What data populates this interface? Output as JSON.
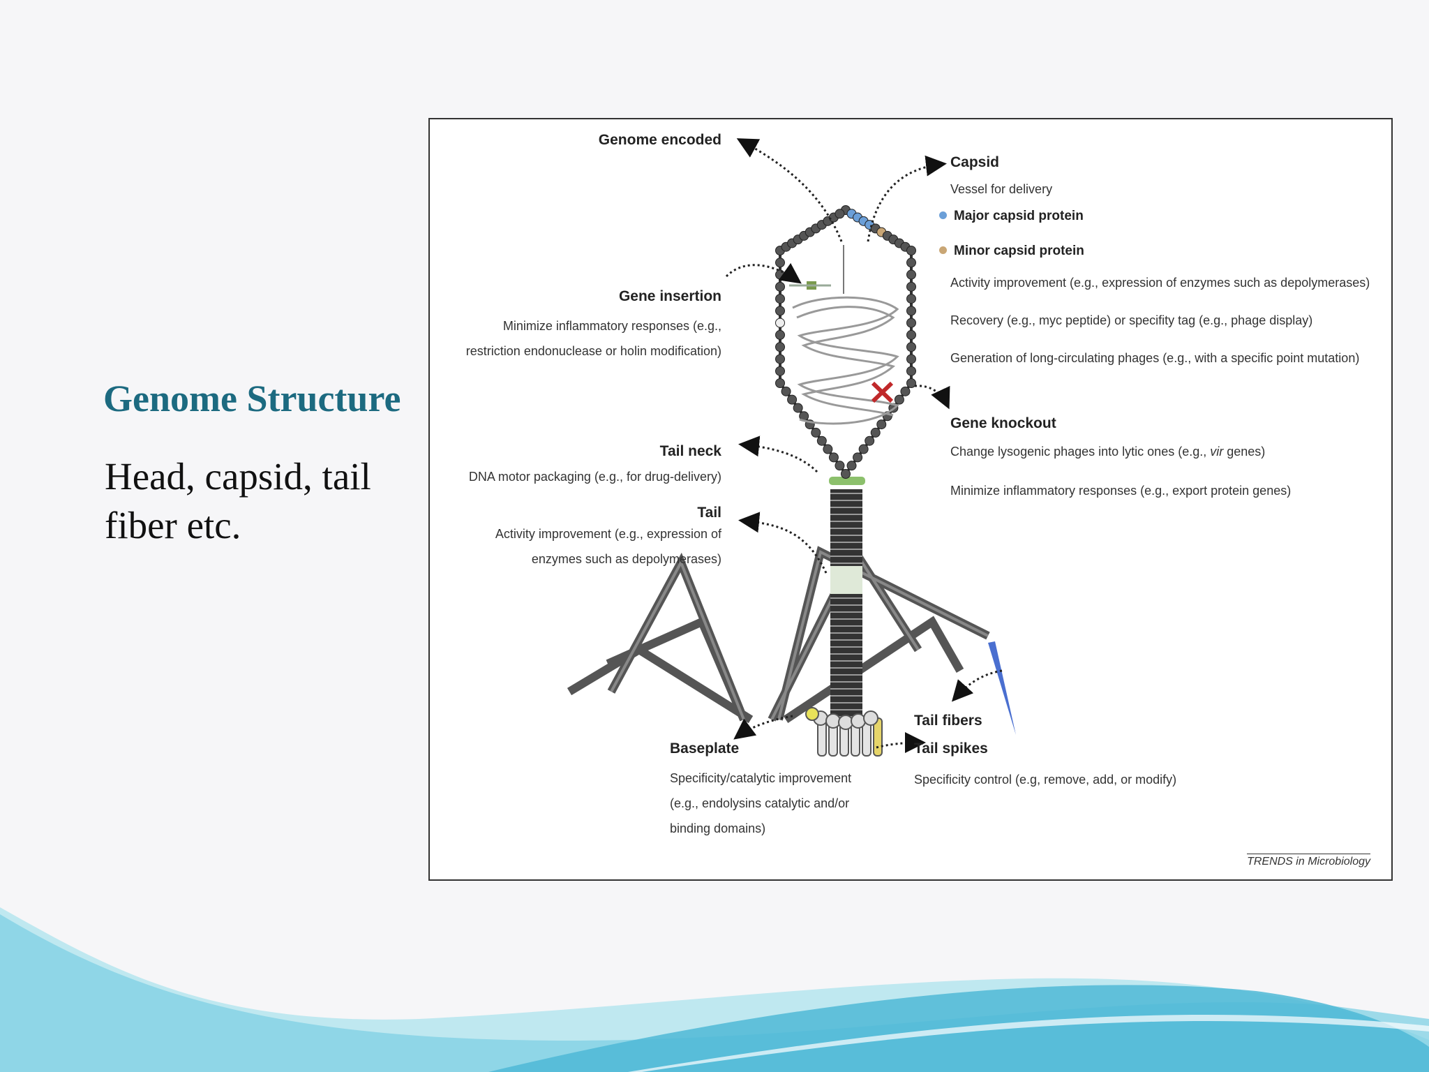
{
  "slide": {
    "title": "Genome Structure",
    "body": "Head, capsid, tail fiber etc."
  },
  "colors": {
    "title": "#1c6a80",
    "major_capsid_protein": "#6b9fd8",
    "minor_capsid_protein": "#c9a675",
    "tail_fiber_accent": "#4a6fd0",
    "knockout_mark": "#c0282a",
    "wave_light": "#bfe8f0",
    "wave_dark": "#4fb8d6"
  },
  "diagram": {
    "genome_encoded": "Genome encoded",
    "capsid": {
      "title": "Capsid",
      "subtitle": "Vessel for delivery",
      "major": "Major capsid protein",
      "minor": "Minor capsid protein",
      "notes": [
        "Activity improvement (e.g., expression of enzymes such as depolymerases)",
        "Recovery (e.g., myc peptide) or specifity tag (e.g., phage display)",
        "Generation of long-circulating phages (e.g., with a specific point mutation)"
      ]
    },
    "gene_insertion": {
      "title": "Gene insertion",
      "line1": "Minimize inflammatory responses (e.g.,",
      "line2": "restriction endonuclease or holin modification)"
    },
    "gene_knockout": {
      "title": "Gene knockout",
      "line1_pre": "Change lysogenic phages into lytic ones (e.g., ",
      "line1_em": "vir",
      "line1_post": " genes)",
      "line2": "Minimize inflammatory responses (e.g., export protein genes)"
    },
    "tail_neck": {
      "title": "Tail neck",
      "desc": "DNA motor packaging (e.g., for drug-delivery)"
    },
    "tail": {
      "title": "Tail",
      "line1": "Activity improvement (e.g., expression of",
      "line2": "enzymes such as depolymerases)"
    },
    "baseplate": {
      "title": "Baseplate",
      "line1": "Specificity/catalytic improvement",
      "line2": "(e.g., endolysins catalytic and/or",
      "line3": "binding domains)"
    },
    "tail_fibers": "Tail fibers",
    "tail_spikes": {
      "title": "Tail spikes",
      "desc": "Specificity control (e.g, remove, add, or modify)"
    },
    "credit": "TRENDS in Microbiology"
  }
}
